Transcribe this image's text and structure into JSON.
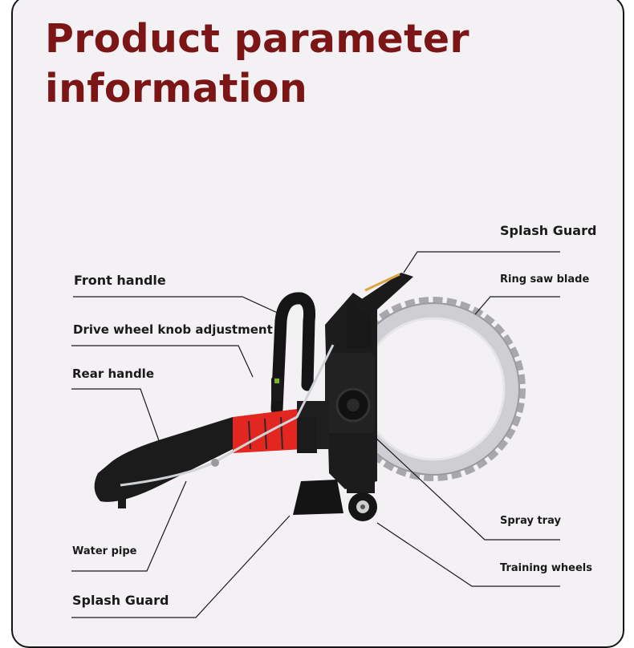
{
  "title": {
    "line1": "Product parameter",
    "line2": "information"
  },
  "labels": {
    "splash_guard_top": "Splash Guard",
    "ring_saw_blade": "Ring saw blade",
    "front_handle": "Front handle",
    "drive_wheel_knob": "Drive wheel knob adjustment",
    "rear_handle": "Rear handle",
    "spray_tray": "Spray tray",
    "water_pipe": "Water pipe",
    "training_wheels": "Training wheels",
    "splash_guard_bottom": "Splash Guard"
  },
  "colors": {
    "title": "#7b1516",
    "background": "#f3f1f4",
    "tool_body": "#1c1c1c",
    "accent_red": "#e3261f",
    "blade_silver": "#c9c9cc"
  }
}
